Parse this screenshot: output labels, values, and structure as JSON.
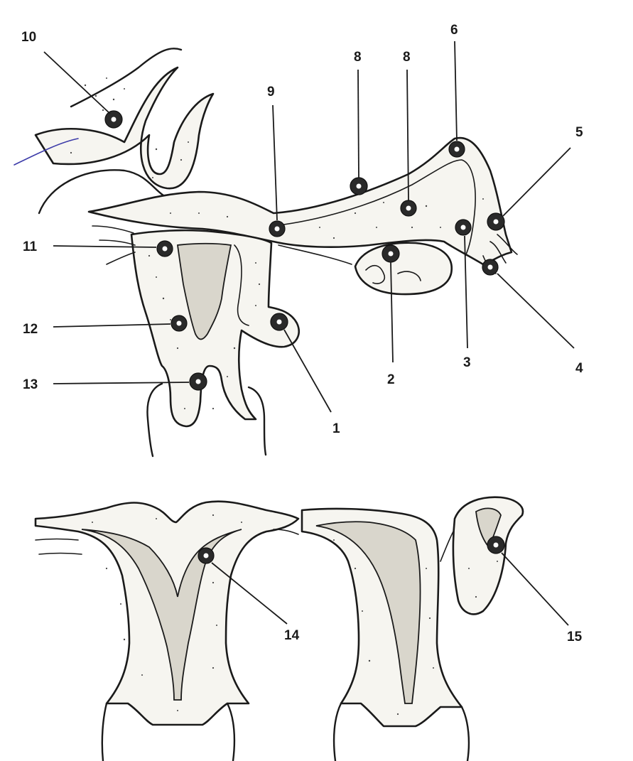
{
  "labels": {
    "n1": "1",
    "n2": "2",
    "n3": "3",
    "n4": "4",
    "n5": "5",
    "n6": "6",
    "n8a": "8",
    "n8b": "8",
    "n9": "9",
    "n10": "10",
    "n11": "11",
    "n12": "12",
    "n13": "13",
    "n14": "14",
    "n15": "15"
  },
  "colors": {
    "ink": "#1a1a1a",
    "tissue": "#f6f5f0",
    "pen_mark": "#3b3aa8"
  }
}
